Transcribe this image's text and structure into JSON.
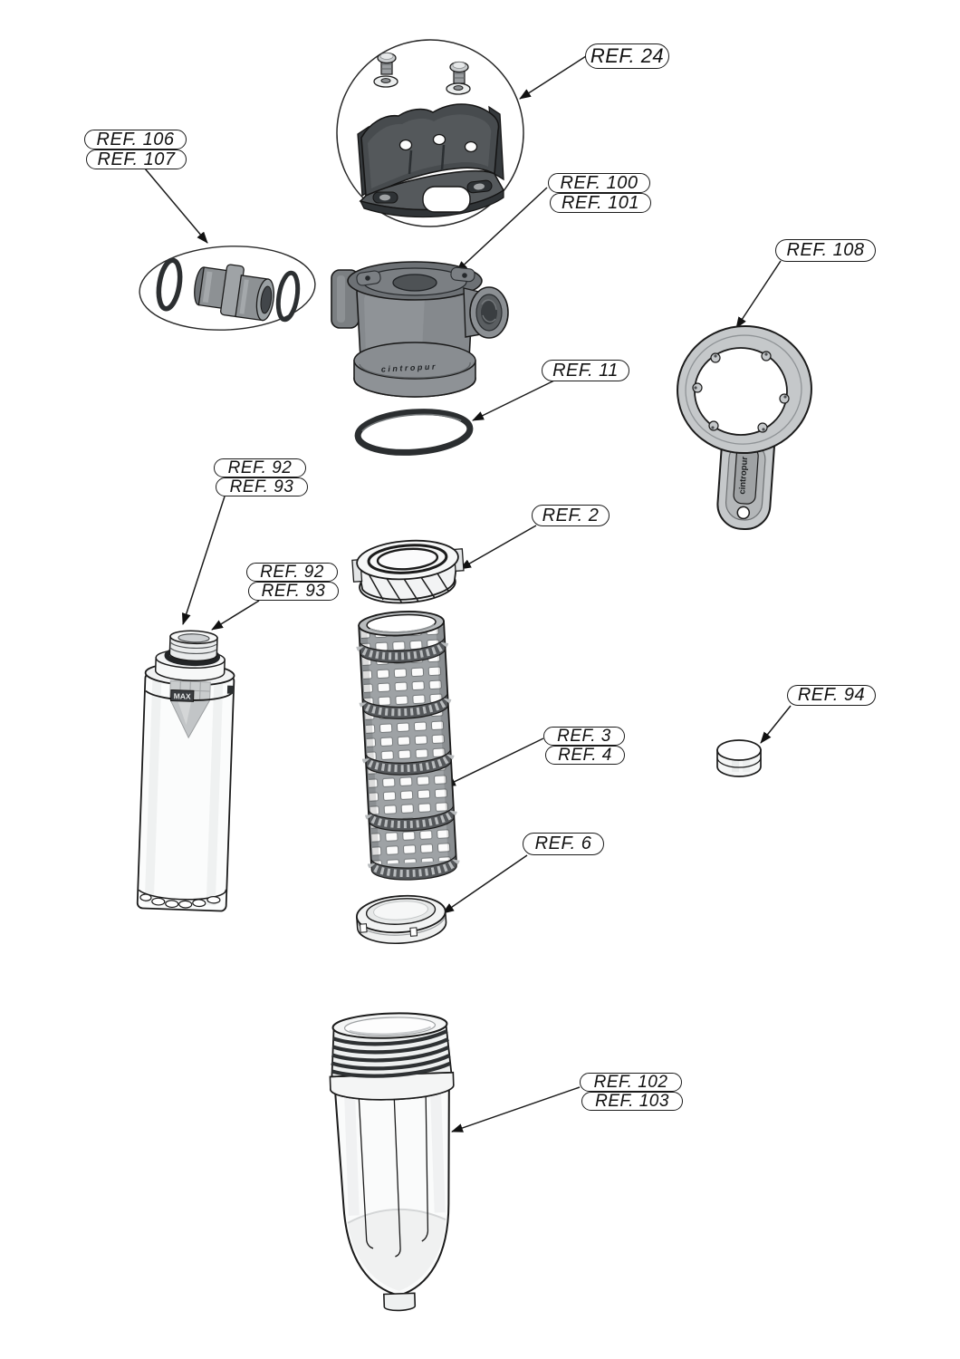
{
  "diagram": {
    "brand_text": "cintropur",
    "cartridge_max_text": "MAX",
    "labels": {
      "ref2": "REF. 2",
      "ref3": "REF. 3",
      "ref4": "REF. 4",
      "ref6": "REF. 6",
      "ref11": "REF. 11",
      "ref24": "REF. 24",
      "ref92": "REF. 92",
      "ref93": "REF. 93",
      "ref94": "REF. 94",
      "ref100": "REF. 100",
      "ref101": "REF. 101",
      "ref102": "REF. 102",
      "ref103": "REF. 103",
      "ref106": "REF. 106",
      "ref107": "REF. 107",
      "ref108": "REF. 108"
    },
    "colors": {
      "outline": "#1b1b1b",
      "head_gray": "#85898d",
      "dark_gray": "#46494c",
      "light_gray": "#c5c8ca",
      "mid_gray": "#9b9fa2",
      "background": "#ffffff"
    }
  }
}
